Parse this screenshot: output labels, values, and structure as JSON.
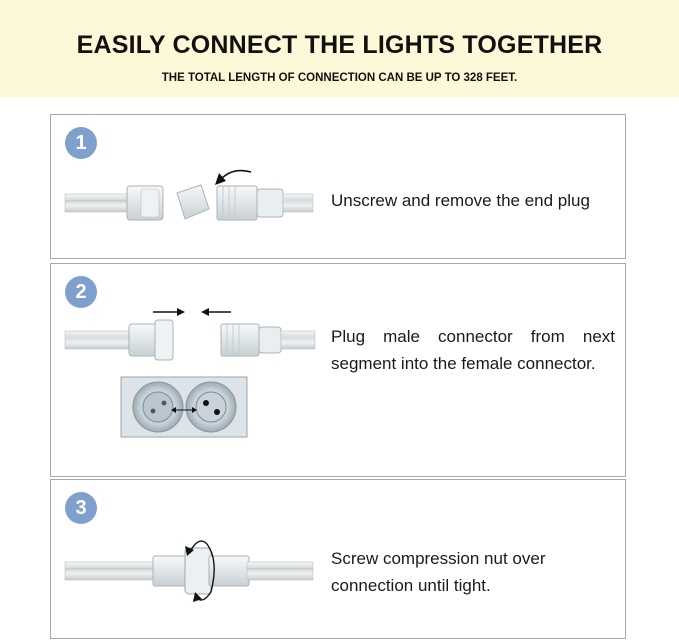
{
  "banner": {
    "title": "EASILY CONNECT THE LIGHTS TOGETHER",
    "subtitle": "THE TOTAL LENGTH OF CONNECTION CAN BE UP TO 328 FEET."
  },
  "steps": [
    {
      "number": "1",
      "caption": "Unscrew and remove the end plug"
    },
    {
      "number": "2",
      "caption": "Plug male connector from next segment into the female connector."
    },
    {
      "number": "3",
      "caption": "Screw compression nut over connection until tight."
    }
  ],
  "colors": {
    "banner_bg": "#fdf9d8",
    "badge": "#7f9fcd",
    "border": "#a8a8a8"
  }
}
